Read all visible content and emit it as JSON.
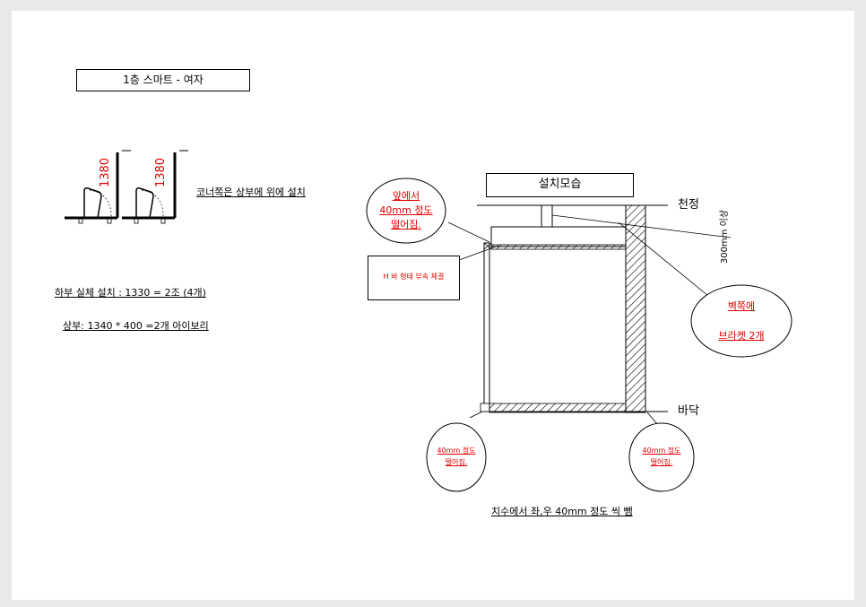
{
  "title": "1층 스마트 - 여자",
  "left": {
    "dim_height_1": "1380",
    "dim_height_2": "1380",
    "note_corner": "코너쪽은 상부에 위에 설치",
    "note_bottom": "하부 실체 설치 : 1330  = 2조 (4개)",
    "note_top": "상부: 1340 * 400 =2개 아이보리"
  },
  "right": {
    "header": "설치모습",
    "label_ceiling": "천정",
    "label_floor": "바닥",
    "label_300": "300mm 이상",
    "callout_front": [
      "앞에서",
      "40mm  정도",
      "떨어짐."
    ],
    "callout_hbar": "H 바  형태 부속 체결",
    "callout_wall": [
      "벽쪽에",
      "브라켓 2개"
    ],
    "callout_bottom_left": [
      "40mm 정도",
      "떨어짐."
    ],
    "callout_bottom_right": [
      "40mm 정도",
      "떨어짐."
    ],
    "footer_note": "치수에서 좌,우 40mm 정도 씩 뺌"
  },
  "colors": {
    "accent_red": "#e00000",
    "line": "#000000"
  }
}
